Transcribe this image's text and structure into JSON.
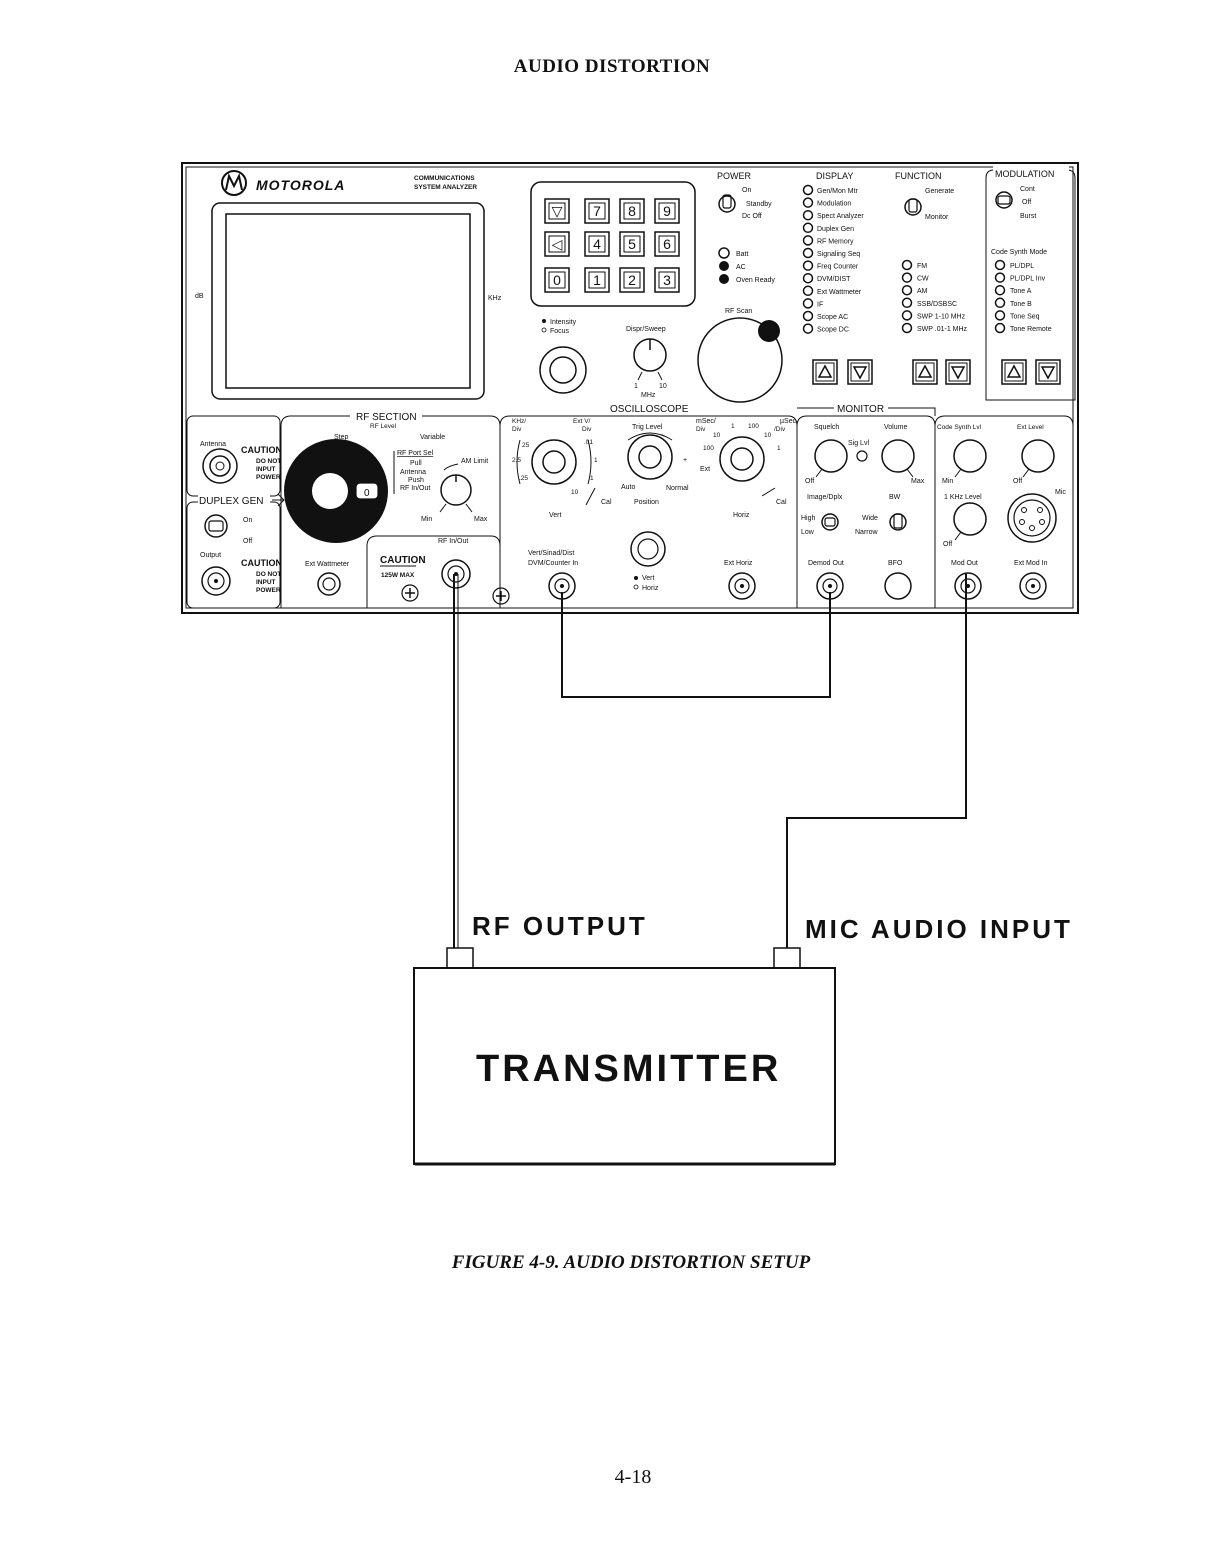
{
  "page": {
    "title": "AUDIO DISTORTION",
    "caption": "FIGURE 4-9.   AUDIO DISTORTION SETUP",
    "page_number": "4-18"
  },
  "analyzer": {
    "brand": "MOTOROLA",
    "model_line1": "COMMUNICATIONS",
    "model_line2": "SYSTEM ANALYZER",
    "screen_left_label": "dB",
    "screen_right_label": "KHz",
    "keypad_keys": [
      "▽",
      "7",
      "8",
      "9",
      "◁",
      "4",
      "5",
      "6",
      "0",
      "1",
      "2",
      "3"
    ],
    "power": {
      "title": "POWER",
      "on": "On",
      "standby": "Standby",
      "dc_off": "Dc Off",
      "batt": "Batt",
      "ac": "AC",
      "oven_ready": "Oven Ready"
    },
    "display": {
      "title": "DISPLAY",
      "items": [
        "Gen/Mon Mtr",
        "Modulation",
        "Spect Analyzer",
        "Duplex Gen",
        "RF Memory",
        "Signaling Seq",
        "Freq Counter",
        "DVM/DIST",
        "Ext Wattmeter",
        "IF",
        "Scope AC",
        "Scope DC"
      ]
    },
    "function": {
      "title": "FUNCTION",
      "generate": "Generate",
      "monitor": "Monitor",
      "items": [
        "FM",
        "CW",
        "AM",
        "SSB/DSBSC",
        "SWP 1-10 MHz",
        "SWP .01-1 MHz"
      ]
    },
    "modulation": {
      "title": "MODULATION",
      "cont": "Cont",
      "off": "Off",
      "burst": "Burst",
      "code_synth_mode": "Code Synth Mode",
      "items": [
        "PL/DPL",
        "PL/DPL Inv",
        "Tone A",
        "Tone B",
        "Tone Seq",
        "Tone Remote"
      ]
    },
    "rf_scan": "RF Scan",
    "intensity": "Intensity",
    "focus": "Focus",
    "dispr_sweep": "Dispr/Sweep",
    "sweep_1": "1",
    "sweep_10": "10",
    "sweep_mhz": "MHz",
    "rf_section": {
      "title": "RF SECTION",
      "rf_level": "RF Level",
      "step": "Step",
      "variable": "Variable",
      "antenna": "Antenna",
      "caution": "CAUTION",
      "do_not_input_power": [
        "DO NOT",
        "INPUT",
        "POWER"
      ],
      "rf_port_sel": "RF Port Sel",
      "pull": "Pull",
      "antenna2": "Antenna",
      "push": "Push",
      "rf_in_out": "RF In/Out",
      "am_limit": "AM Limit",
      "min": "Min",
      "max": "Max",
      "zero": "0"
    },
    "duplex_gen": {
      "title": "DUPLEX GEN",
      "on": "On",
      "off": "Off",
      "output": "Output"
    },
    "ext_wattmeter": "Ext Wattmeter",
    "rf_in_out_conn": "RF In/Out",
    "caution_125w": {
      "caution": "CAUTION",
      "max": "125W MAX"
    },
    "oscilloscope": {
      "title": "OSCILLOSCOPE",
      "khz_div": [
        "KHz/",
        "Div"
      ],
      "ext_v_div": [
        "Ext V/",
        "Div"
      ],
      "trig_level": "Trig Level",
      "msec_div": [
        "mSec/",
        "Div"
      ],
      "usec_div": [
        "µSec",
        "/Div"
      ],
      "vert_scale": [
        "25",
        ".01",
        "1",
        "2.5",
        "1",
        ".25",
        "10"
      ],
      "time_scale": [
        "1",
        "100",
        "10",
        "100",
        "10",
        "1"
      ],
      "ext": "Ext",
      "cal": "Cal",
      "auto": "Auto",
      "normal": "Normal",
      "position": "Position",
      "vert": "Vert",
      "horiz": "Horiz",
      "vert_sinad_dist": "Vert/Sinad/Dist",
      "dvm_counter_in": "DVM/Counter In",
      "vert_sel": "Vert",
      "horiz_sel": "Horiz",
      "ext_horiz": "Ext Horiz"
    },
    "monitor": {
      "title": "MONITOR",
      "squelch": "Squelch",
      "volume": "Volume",
      "sig_lvl": "Sig Lvl",
      "off": "Off",
      "max": "Max",
      "image_dplx": "Image/Dplx",
      "bw": "BW",
      "high": "High",
      "low": "Low",
      "wide": "Wide",
      "narrow": "Narrow",
      "demod_out": "Demod Out",
      "bfo": "BFO"
    },
    "code_synth": {
      "code_synth_lvl": "Code Synth Lvl",
      "ext_level": "Ext Level",
      "min": "Min",
      "off": "Off",
      "mic": "Mic",
      "khz_level": "1 KHz Level",
      "off2": "Off",
      "mod_out": "Mod Out",
      "ext_mod_in": "Ext Mod In"
    }
  },
  "connections": {
    "rf_output": "RF OUTPUT",
    "mic_audio_input": "MIC AUDIO INPUT",
    "transmitter": "TRANSMITTER"
  }
}
